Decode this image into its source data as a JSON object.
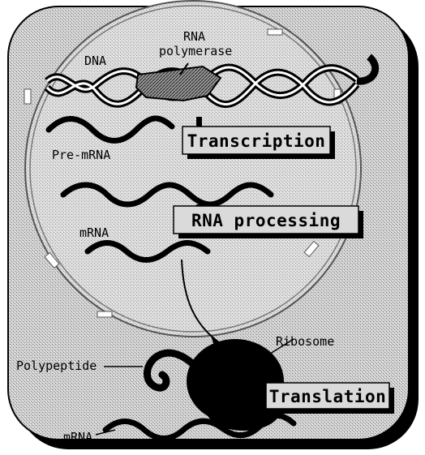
{
  "colors": {
    "cell_fill": "#c4c4c4",
    "nucleus_fill": "#d6d6d6",
    "shadow": "#000000",
    "box_fill": "#d8d8d8",
    "strand": "#000000"
  },
  "labels": {
    "rna": "RNA",
    "polymerase": "polymerase",
    "dna": "DNA",
    "pre_mrna": "Pre-mRNA",
    "mrna_nucleus": "mRNA",
    "ribosome": "Ribosome",
    "polypeptide": "Polypeptide",
    "mrna_cytoplasm": "mRNA"
  },
  "steps": {
    "transcription": "Transcription",
    "rna_processing": "RNA processing",
    "translation": "Translation"
  }
}
